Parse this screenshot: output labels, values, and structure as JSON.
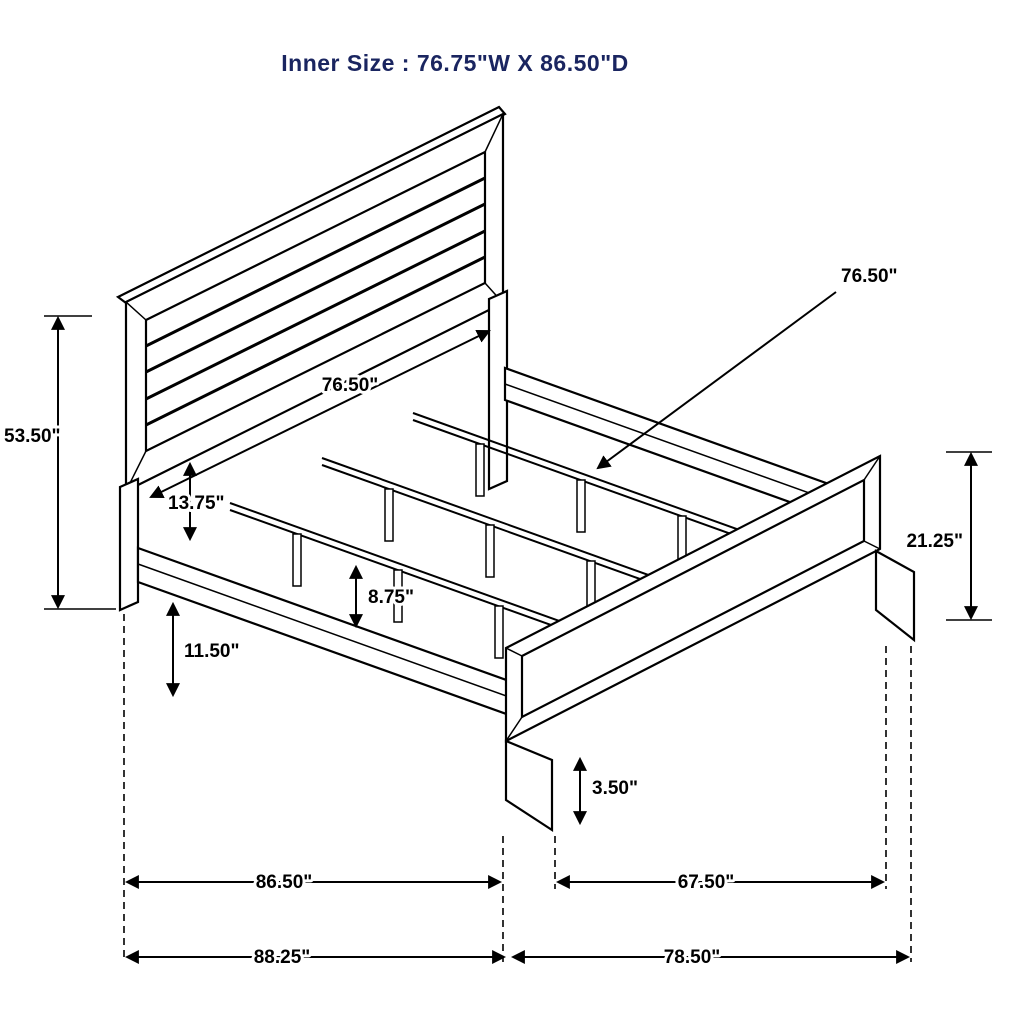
{
  "title": "Inner Size : 76.75\"W X 86.50\"D",
  "colors": {
    "title_text": "#1a2560",
    "line": "#000000",
    "background": "#ffffff"
  },
  "labels": {
    "headboard_height": "53.50\"",
    "headboard_bottom_gap": "13.75\"",
    "headboard_width": "76.50\"",
    "center_rail_length": "76.50\"",
    "footboard_height": "21.25\"",
    "side_rail_height": "11.50\"",
    "center_support_leg_height": "8.75\"",
    "footboard_leg_height": "3.50\"",
    "inner_rail_length": "86.50\"",
    "footboard_width": "67.50\"",
    "overall_depth": "88.25\"",
    "overall_width": "78.50\""
  }
}
